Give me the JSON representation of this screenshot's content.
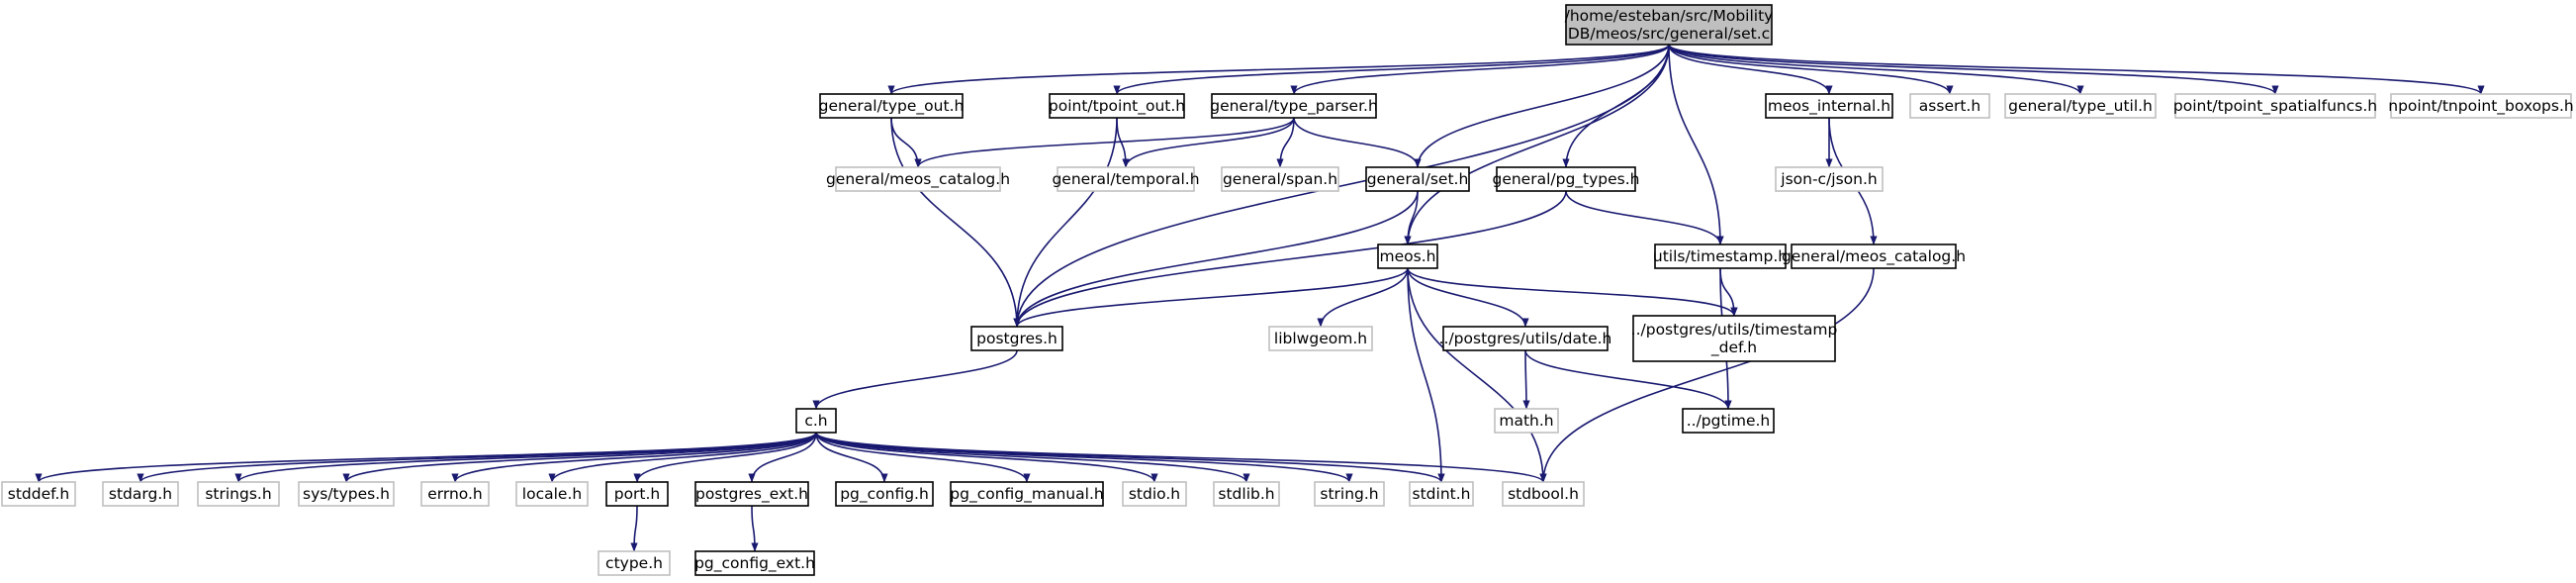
{
  "colors": {
    "edge": "#191970",
    "root_fill": "#bfbfbf",
    "node_fill": "#ffffff",
    "border_dark": "#000000",
    "border_light": "#bfbfbf"
  },
  "nodes": [
    {
      "id": "root",
      "lines": [
        "/home/esteban/src/Mobility",
        "DB/meos/src/general/set.c"
      ],
      "style": "root"
    },
    {
      "id": "type_out",
      "lines": [
        "general/type_out.h"
      ],
      "style": "dark"
    },
    {
      "id": "tpoint_out",
      "lines": [
        "point/tpoint_out.h"
      ],
      "style": "dark"
    },
    {
      "id": "type_parser",
      "lines": [
        "general/type_parser.h"
      ],
      "style": "dark"
    },
    {
      "id": "meos_internal",
      "lines": [
        "meos_internal.h"
      ],
      "style": "dark"
    },
    {
      "id": "assert",
      "lines": [
        "assert.h"
      ],
      "style": "light"
    },
    {
      "id": "type_util",
      "lines": [
        "general/type_util.h"
      ],
      "style": "light"
    },
    {
      "id": "tpoint_spatialfuncs",
      "lines": [
        "point/tpoint_spatialfuncs.h"
      ],
      "style": "light"
    },
    {
      "id": "tnpoint_boxops",
      "lines": [
        "npoint/tnpoint_boxops.h"
      ],
      "style": "light"
    },
    {
      "id": "meos_catalog_light",
      "lines": [
        "general/meos_catalog.h"
      ],
      "style": "light"
    },
    {
      "id": "temporal",
      "lines": [
        "general/temporal.h"
      ],
      "style": "light"
    },
    {
      "id": "span",
      "lines": [
        "general/span.h"
      ],
      "style": "light"
    },
    {
      "id": "set_h",
      "lines": [
        "general/set.h"
      ],
      "style": "dark"
    },
    {
      "id": "pg_types",
      "lines": [
        "general/pg_types.h"
      ],
      "style": "dark"
    },
    {
      "id": "json",
      "lines": [
        "json-c/json.h"
      ],
      "style": "light"
    },
    {
      "id": "meos_h",
      "lines": [
        "meos.h"
      ],
      "style": "dark"
    },
    {
      "id": "timestamp",
      "lines": [
        "utils/timestamp.h"
      ],
      "style": "dark"
    },
    {
      "id": "meos_catalog_dark",
      "lines": [
        "general/meos_catalog.h"
      ],
      "style": "dark"
    },
    {
      "id": "postgres",
      "lines": [
        "postgres.h"
      ],
      "style": "dark"
    },
    {
      "id": "liblwgeom",
      "lines": [
        "liblwgeom.h"
      ],
      "style": "light"
    },
    {
      "id": "date",
      "lines": [
        "../postgres/utils/date.h"
      ],
      "style": "dark"
    },
    {
      "id": "timestamp_def",
      "lines": [
        "../postgres/utils/timestamp",
        "_def.h"
      ],
      "style": "dark"
    },
    {
      "id": "math",
      "lines": [
        "math.h"
      ],
      "style": "light"
    },
    {
      "id": "pgtime",
      "lines": [
        "../pgtime.h"
      ],
      "style": "dark"
    },
    {
      "id": "c_h",
      "lines": [
        "c.h"
      ],
      "style": "dark"
    },
    {
      "id": "stddef",
      "lines": [
        "stddef.h"
      ],
      "style": "light"
    },
    {
      "id": "stdarg",
      "lines": [
        "stdarg.h"
      ],
      "style": "light"
    },
    {
      "id": "strings",
      "lines": [
        "strings.h"
      ],
      "style": "light"
    },
    {
      "id": "systypes",
      "lines": [
        "sys/types.h"
      ],
      "style": "light"
    },
    {
      "id": "errno",
      "lines": [
        "errno.h"
      ],
      "style": "light"
    },
    {
      "id": "locale",
      "lines": [
        "locale.h"
      ],
      "style": "light"
    },
    {
      "id": "port",
      "lines": [
        "port.h"
      ],
      "style": "dark"
    },
    {
      "id": "postgres_ext",
      "lines": [
        "postgres_ext.h"
      ],
      "style": "dark"
    },
    {
      "id": "pg_config",
      "lines": [
        "pg_config.h"
      ],
      "style": "dark"
    },
    {
      "id": "pg_config_manual",
      "lines": [
        "pg_config_manual.h"
      ],
      "style": "dark"
    },
    {
      "id": "stdio",
      "lines": [
        "stdio.h"
      ],
      "style": "light"
    },
    {
      "id": "stdlib",
      "lines": [
        "stdlib.h"
      ],
      "style": "light"
    },
    {
      "id": "string",
      "lines": [
        "string.h"
      ],
      "style": "light"
    },
    {
      "id": "stdint",
      "lines": [
        "stdint.h"
      ],
      "style": "light"
    },
    {
      "id": "stdbool",
      "lines": [
        "stdbool.h"
      ],
      "style": "light"
    },
    {
      "id": "ctype",
      "lines": [
        "ctype.h"
      ],
      "style": "light"
    },
    {
      "id": "pg_config_ext",
      "lines": [
        "pg_config_ext.h"
      ],
      "style": "dark"
    }
  ],
  "edges": [
    [
      "root",
      "type_out"
    ],
    [
      "root",
      "tpoint_out"
    ],
    [
      "root",
      "type_parser"
    ],
    [
      "root",
      "meos_internal"
    ],
    [
      "root",
      "assert"
    ],
    [
      "root",
      "type_util"
    ],
    [
      "root",
      "tpoint_spatialfuncs"
    ],
    [
      "root",
      "tnpoint_boxops"
    ],
    [
      "root",
      "postgres"
    ],
    [
      "root",
      "set_h"
    ],
    [
      "root",
      "pg_types"
    ],
    [
      "root",
      "meos_h"
    ],
    [
      "root",
      "timestamp"
    ],
    [
      "type_out",
      "meos_catalog_light"
    ],
    [
      "type_out",
      "postgres"
    ],
    [
      "tpoint_out",
      "temporal"
    ],
    [
      "tpoint_out",
      "postgres"
    ],
    [
      "type_parser",
      "meos_catalog_light"
    ],
    [
      "type_parser",
      "temporal"
    ],
    [
      "type_parser",
      "span"
    ],
    [
      "type_parser",
      "set_h"
    ],
    [
      "meos_internal",
      "json"
    ],
    [
      "meos_internal",
      "meos_catalog_dark"
    ],
    [
      "set_h",
      "meos_h"
    ],
    [
      "set_h",
      "postgres"
    ],
    [
      "pg_types",
      "postgres"
    ],
    [
      "pg_types",
      "timestamp"
    ],
    [
      "meos_h",
      "postgres"
    ],
    [
      "meos_h",
      "liblwgeom"
    ],
    [
      "meos_h",
      "date"
    ],
    [
      "meos_h",
      "timestamp_def"
    ],
    [
      "meos_h",
      "stdint"
    ],
    [
      "meos_h",
      "stdbool"
    ],
    [
      "timestamp",
      "timestamp_def"
    ],
    [
      "timestamp",
      "pgtime"
    ],
    [
      "meos_catalog_dark",
      "stdbool"
    ],
    [
      "date",
      "math"
    ],
    [
      "date",
      "pgtime"
    ],
    [
      "postgres",
      "c_h"
    ],
    [
      "c_h",
      "stddef"
    ],
    [
      "c_h",
      "stdarg"
    ],
    [
      "c_h",
      "strings"
    ],
    [
      "c_h",
      "systypes"
    ],
    [
      "c_h",
      "errno"
    ],
    [
      "c_h",
      "locale"
    ],
    [
      "c_h",
      "port"
    ],
    [
      "c_h",
      "postgres_ext"
    ],
    [
      "c_h",
      "pg_config"
    ],
    [
      "c_h",
      "pg_config_manual"
    ],
    [
      "c_h",
      "stdio"
    ],
    [
      "c_h",
      "stdlib"
    ],
    [
      "c_h",
      "string"
    ],
    [
      "c_h",
      "stdint"
    ],
    [
      "c_h",
      "stdbool"
    ],
    [
      "port",
      "ctype"
    ],
    [
      "postgres_ext",
      "pg_config_ext"
    ]
  ]
}
